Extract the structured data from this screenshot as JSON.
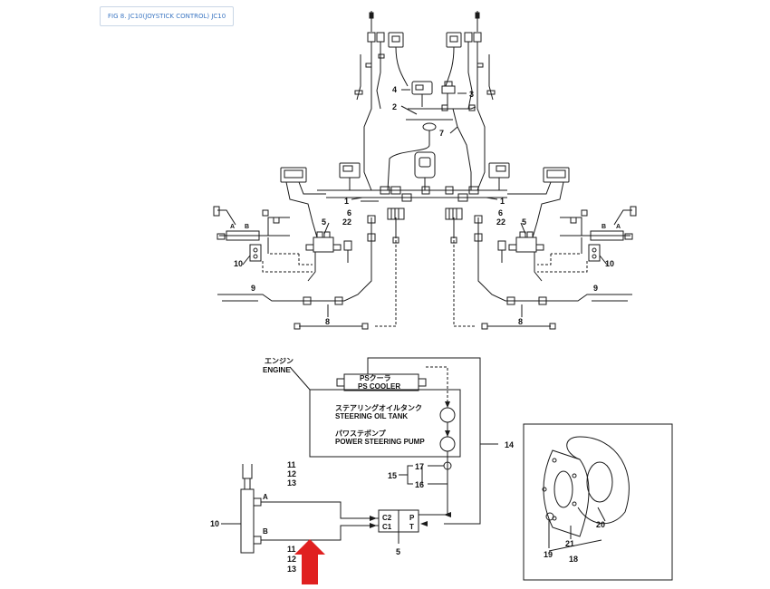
{
  "header": {
    "figure_label": "FIG 8. JC10(JOYSTICK CONTROL) JC10"
  },
  "harness": {
    "left_callouts": {
      "n4": "4",
      "n3": "3",
      "n2": "2",
      "n7": "7",
      "n1": "1",
      "n5": "5",
      "n6": "6",
      "n22": "22",
      "n10": "10",
      "n9": "9",
      "n8": "8",
      "port_a": "A",
      "port_b": "B"
    },
    "right_callouts": {
      "n1": "1",
      "n6": "6",
      "n22": "22",
      "n5": "5",
      "n10": "10",
      "n9": "9",
      "n8": "8",
      "port_a": "A",
      "port_b": "B"
    }
  },
  "hydraulic": {
    "engine_jp": "エンジン",
    "engine_en": "ENGINE",
    "ps_cooler_jp": "PSクーラ",
    "ps_cooler_en": "PS COOLER",
    "steering_oil_tank_jp": "ステアリングオイルタンク",
    "steering_oil_tank_en": "STEERING OIL TANK",
    "power_steering_pump_jp": "パワステポンプ",
    "power_steering_pump_en": "POWER STEERING PUMP",
    "valve_c2": "C2",
    "valve_c1": "C1",
    "valve_p": "P",
    "valve_t": "T",
    "cyl_port_a": "A",
    "cyl_port_b": "B",
    "callouts": {
      "n10": "10",
      "n11_top": "11",
      "n12_top": "12",
      "n13_top": "13",
      "n11_bot": "11",
      "n12_bot": "12",
      "n13_bot": "13",
      "n14": "14",
      "n15": "15",
      "n16": "16",
      "n17": "17",
      "n5": "5"
    }
  },
  "detail": {
    "n19": "19",
    "n20": "20",
    "n21": "21",
    "n18": "18"
  },
  "colors": {
    "line": "#1a1a1a",
    "arrow": "#e02020",
    "tag_text": "#3b76c2",
    "tag_border": "#c9d6e6"
  }
}
